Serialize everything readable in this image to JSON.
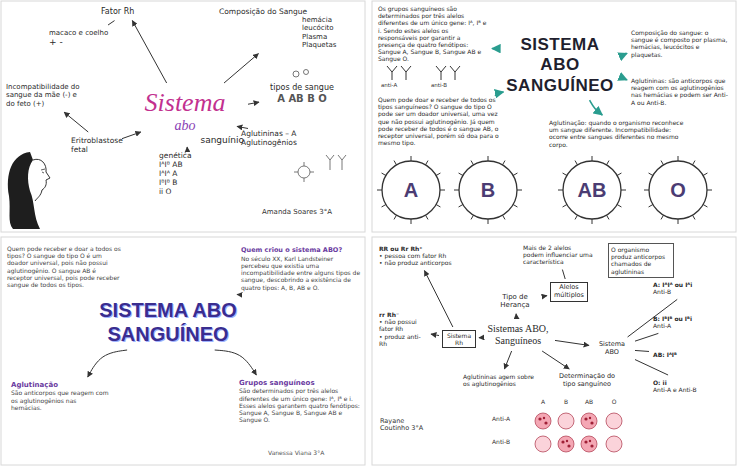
{
  "diagram": {
    "nodes": [
      {
        "text": [
          "Sistema",
          "abo",
          "sanguínio"
        ]
      },
      {
        "text": [
          "Fator Rh"
        ]
      },
      {
        "text": [
          "macaco e coelho",
          "+ -"
        ]
      },
      {
        "text": [
          "Composição do Sangue",
          "hemácia leucócito Plasma Plaquetas"
        ]
      },
      {
        "text": [
          "tipos de sangue",
          "A AB B O"
        ]
      },
      {
        "text": [
          "Aglutininas – A",
          "Aglutinogênios"
        ]
      },
      {
        "text": [
          "genética",
          "IᴬIᴮ AB",
          "IᴬIᴬ A",
          "IᴮIᴮ B",
          "ii O"
        ]
      },
      {
        "text": [
          "Eritroblastose fetal"
        ]
      },
      {
        "text": [
          "Incompatibilidade do sangue da mãe (-) e do feto (+)"
        ]
      },
      {
        "text": [
          "SISTEMA ABO SANGUÍNEO"
        ]
      },
      {
        "text": [
          "Os grupos sanguíneos são determinados por três alelos diferentes de um único gene: Iᴬ, Iᴮ e i. Sendo estes alelos os responsáveis por garantir a presença de quatro fenótipos: Sangue A, Sangue B, Sangue AB e Sangue O."
        ]
      },
      {
        "text": [
          "Quem pode doar e receber de todos os tipos sanguíneos? O sangue do tipo O pode ser um doador universal, uma vez que não possui aglutinogênio. Já quem pode receber de todos é o sangue AB, o receptor universal, porém só doa para o mesmo tipo."
        ]
      },
      {
        "text": [
          "Composição do sangue: o sangue é composto por plasma, hemácias, leucócitos e plaquetas."
        ]
      },
      {
        "text": [
          "Aglutininas: são anticorpos que reagem com os aglutinogênios nas hemácias e podem ser Anti-A ou Anti-B."
        ]
      },
      {
        "text": [
          "Aglutinação: quando o organismo reconhece um sangue diferente. Incompatibilidade: ocorre entre sangues diferentes no mesmo corpo."
        ]
      },
      {
        "text": [
          "A"
        ]
      },
      {
        "text": [
          "B"
        ]
      },
      {
        "text": [
          "AB"
        ]
      },
      {
        "text": [
          "O"
        ]
      },
      {
        "text": [
          "SISTEMA ABO SANGUÍNEO"
        ]
      },
      {
        "text": [
          "Quem pode receber e doar a todos os tipos? O sangue do tipo O é um doador universal, pois não possui aglutinogênio. O sangue AB é receptor universal, pois pode receber sangue de todos os tipos."
        ]
      },
      {
        "text": [
          "Quem criou o sistema ABO?",
          "No século XX, Karl Landsteiner percebeu que existia uma incompatibilidade entre alguns tipos de sangue, descobrindo a existência de quatro tipos: A, B, AB e O."
        ]
      },
      {
        "text": [
          "Aglutinação",
          "São anticorpos que reagem com os aglutinogênios nas hemácias."
        ]
      },
      {
        "text": [
          "Grupos sanguíneos",
          "São determinados por três alelos diferentes de um único gene: Iᴬ, Iᴮ e i. Esses alelos garantem quatro fenótipos: Sangue A, Sangue B, Sangue AB e Sangue O."
        ]
      },
      {
        "text": [
          "Sistemas ABO, Sanguíneos"
        ]
      },
      {
        "text": [
          "Sistema Rh"
        ]
      },
      {
        "text": [
          "RR ou Rr Rh⁺",
          "• pessoa com fator Rh",
          "• não produz anticorpos"
        ]
      },
      {
        "text": [
          "rr Rh⁻",
          "• não possui fator Rh",
          "• produz anti-Rh"
        ]
      },
      {
        "text": [
          "Tipo de Herança"
        ]
      },
      {
        "text": [
          "Alelos múltiplos"
        ]
      },
      {
        "text": [
          "Mais de 2 alelos podem influenciar uma característica"
        ]
      },
      {
        "text": [
          "Sistema ABO"
        ]
      },
      {
        "text": [
          "A: IᴬIᴬ ou Iᴬi",
          "Anti-B"
        ]
      },
      {
        "text": [
          "B: IᴮIᴮ ou Iᴮi",
          "Anti-A"
        ]
      },
      {
        "text": [
          "AB: IᴬIᴮ"
        ]
      },
      {
        "text": [
          "O: ii",
          "Anti-A e Anti-B"
        ]
      },
      {
        "text": [
          "O organismo produz anticorpos chamados de aglutininas"
        ]
      },
      {
        "text": [
          "Aglutininas agem sobre os aglutinogênios"
        ]
      },
      {
        "text": [
          "Determinação do tipo sanguíneo"
        ]
      }
    ],
    "edges": [
      {
        "from": 0,
        "to": 1,
        "arrow": "to"
      },
      {
        "from": 1,
        "to": 2,
        "arrow": "none"
      },
      {
        "from": 0,
        "to": 3,
        "arrow": "to"
      },
      {
        "from": 0,
        "to": 4,
        "arrow": "to"
      },
      {
        "from": 0,
        "to": 5,
        "arrow": "to"
      },
      {
        "from": 0,
        "to": 6,
        "arrow": "to"
      },
      {
        "from": 0,
        "to": 7,
        "arrow": "to"
      },
      {
        "from": 7,
        "to": 8,
        "arrow": "to"
      },
      {
        "from": 9,
        "to": 10,
        "arrow": "to"
      },
      {
        "from": 9,
        "to": 11,
        "arrow": "to"
      },
      {
        "from": 9,
        "to": 12,
        "arrow": "to"
      },
      {
        "from": 9,
        "to": 13,
        "arrow": "to"
      },
      {
        "from": 9,
        "to": 14,
        "arrow": "to"
      },
      {
        "from": 19,
        "to": 21,
        "arrow": "to"
      },
      {
        "from": 19,
        "to": 22,
        "arrow": "to"
      },
      {
        "from": 19,
        "to": 23,
        "arrow": "to"
      },
      {
        "from": 24,
        "to": 25,
        "arrow": "to"
      },
      {
        "from": 25,
        "to": 26,
        "arrow": "to"
      },
      {
        "from": 25,
        "to": 27,
        "arrow": "to"
      },
      {
        "from": 24,
        "to": 28,
        "arrow": "to"
      },
      {
        "from": 28,
        "to": 29,
        "arrow": "to"
      },
      {
        "from": 29,
        "to": 30,
        "arrow": "none"
      },
      {
        "from": 24,
        "to": 31,
        "arrow": "to"
      },
      {
        "from": 31,
        "to": 32,
        "arrow": "none"
      },
      {
        "from": 31,
        "to": 33,
        "arrow": "none"
      },
      {
        "from": 31,
        "to": 34,
        "arrow": "none"
      },
      {
        "from": 31,
        "to": 35,
        "arrow": "none"
      },
      {
        "from": 24,
        "to": 37,
        "arrow": "to"
      },
      {
        "from": 24,
        "to": 38,
        "arrow": "to"
      }
    ],
    "labels": [
      "Amanda Soares 3°A",
      "anti-A",
      "anti-B",
      "Vanessa Viana 3°A",
      "A",
      "B",
      "AB",
      "O",
      "Anti-A",
      "Anti-B",
      "Rayane Coutinho 3°A"
    ]
  }
}
